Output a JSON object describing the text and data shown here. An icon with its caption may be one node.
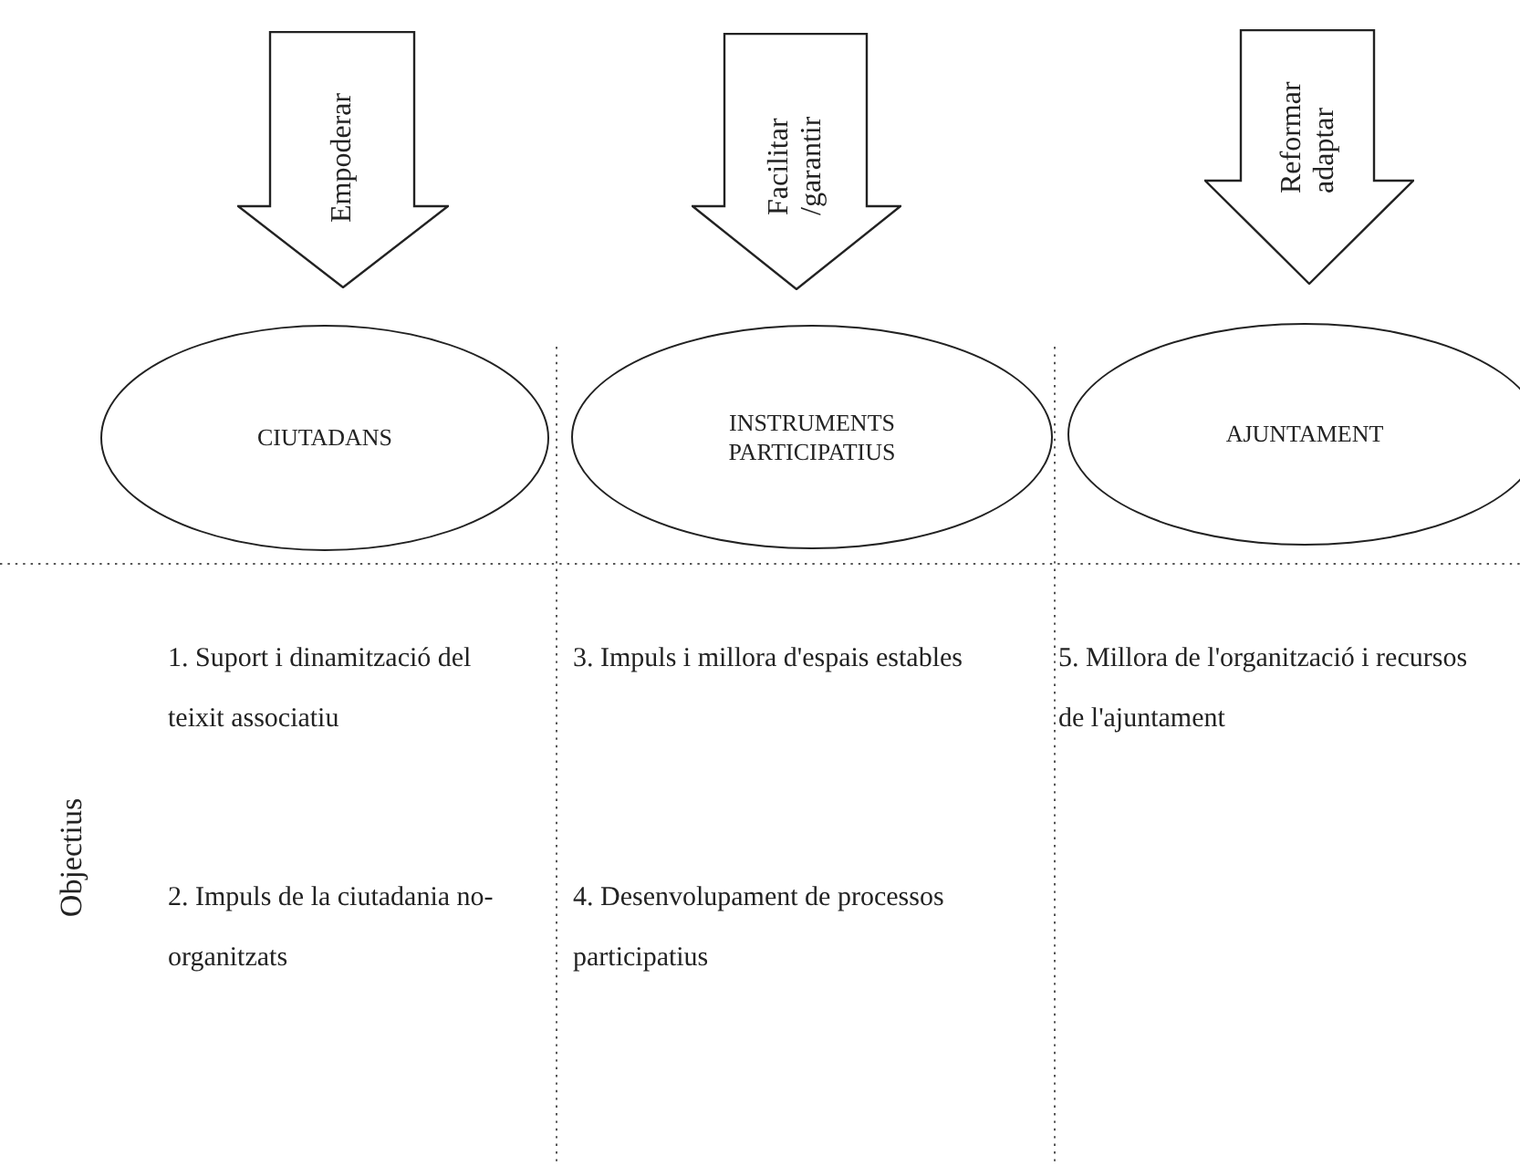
{
  "diagram": {
    "nodes": [
      {
        "text": [
          "Empoderar"
        ]
      },
      {
        "text": [
          "Facilitar /garantir"
        ]
      },
      {
        "text": [
          "Reformar adaptar"
        ]
      },
      {
        "text": [
          "CIUTADANS"
        ]
      },
      {
        "text": [
          "INSTRUMENTS PARTICIPATIUS"
        ]
      },
      {
        "text": [
          "AJUNTAMENT"
        ]
      }
    ],
    "labels": [
      "1. Suport i dinamització del teixit associatiu",
      "3. Impuls i millora d'espais estables",
      "5. Millora de l'organització i recursos de l'ajuntament",
      "Objectius",
      "2. Impuls de la ciutadania no-organitzats",
      "4. Desenvolupament de processos participatius"
    ]
  }
}
